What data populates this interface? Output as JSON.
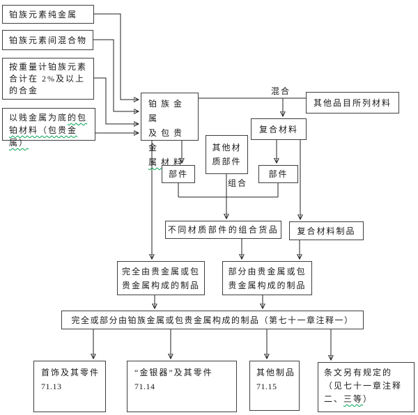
{
  "page": {
    "background": "#ffffff",
    "line_color": "#1f1f1f",
    "box_border_color": "#3d3d3d",
    "squiggle_color": "#00a050"
  },
  "labels": {
    "mix": "混合",
    "combine": "组合"
  },
  "boxes": {
    "pure_metal": {
      "text": "铂族元素纯金属"
    },
    "mixture": {
      "text": "铂族元素间混合物"
    },
    "alloy": {
      "line1": "按重量计铂族元素",
      "line2": "合计在 2%及以上",
      "line3": "的合金"
    },
    "clad": {
      "line1_plain": "以贱金属为底",
      "line1_squiggle": "的包",
      "line2": "铂材料（包贵金属）"
    },
    "pgm_materials": {
      "line1": "铂族金属",
      "line2": "及包贵金",
      "line3": "属材料"
    },
    "other_heading_materials": {
      "text": "其他品目所列材料"
    },
    "composite": {
      "text": "复合材料"
    },
    "parts_left": {
      "text": "部件"
    },
    "other_material_parts": {
      "line1": "其他材",
      "line2": "质部件"
    },
    "parts_right": {
      "text": "部件"
    },
    "combined_goods": {
      "text": "不同材质部件的组合货品"
    },
    "composite_products": {
      "text": "复合材料制品"
    },
    "wholly_precious": {
      "line1": "完全由贵金属或包",
      "line2": "贵金属构成的制品"
    },
    "partly_precious": {
      "line1": "部分由贵金属或包",
      "line2": "贵金属构成的制品"
    },
    "wide_result": {
      "text": "完全或部分由铂族金属或包贵金属构成的制品（第七十一章注释一）"
    },
    "jewellery": {
      "line1": "首饰及其零件",
      "code": "71.13"
    },
    "goldsmith": {
      "line1": "“金银器”及其零件",
      "code": "71.14"
    },
    "other_articles": {
      "line1": "其他制品",
      "code": "71.15"
    },
    "provisions": {
      "line1": "条文另有规定的",
      "line2": "（见七十一章注释",
      "line3_plain": "二、",
      "line3_squiggle": "三等",
      "line3_tail": "）"
    }
  }
}
